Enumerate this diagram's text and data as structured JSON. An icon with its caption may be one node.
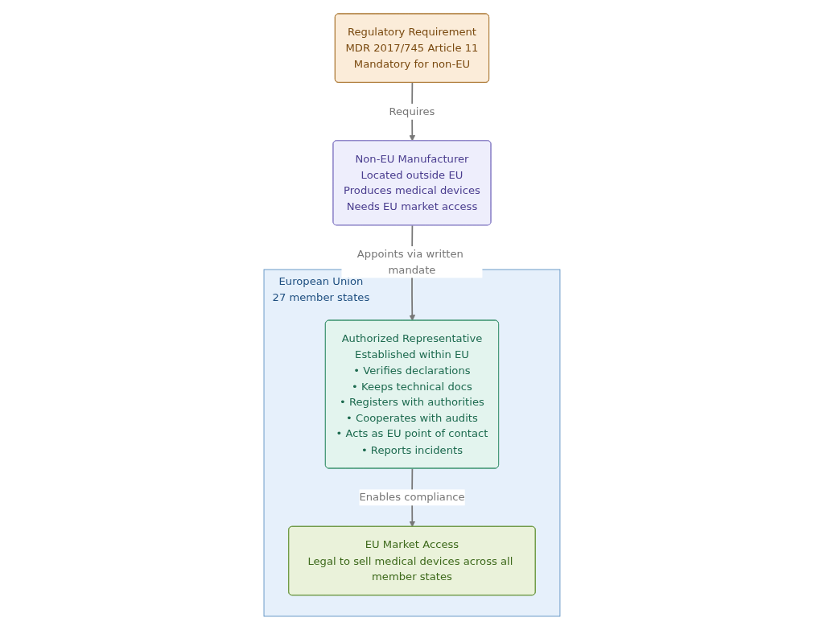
{
  "diagram": {
    "nodes": [
      {
        "text": [
          "European Union",
          "27 member states"
        ]
      },
      {
        "text": [
          "Non-EU Manufacturer",
          "Located outside EU",
          "Produces medical devices",
          "Needs EU market access"
        ]
      },
      {
        "text": [
          "Authorized Representative",
          "Established within EU",
          "• Verifies declarations",
          "• Keeps technical docs",
          "• Registers with authorities",
          "• Cooperates with audits",
          "• Acts as EU point of contact",
          "• Reports incidents"
        ],
        "in": 0
      },
      {
        "text": [
          "EU Market Access",
          "Legal to sell medical devices across all member states"
        ],
        "in": 0
      },
      {
        "text": [
          "Regulatory Requirement",
          "MDR 2017/745 Article 11",
          "Mandatory for non-EU"
        ]
      }
    ],
    "edges": [
      {
        "from": 1,
        "to": 2,
        "arrow": "to",
        "label": "Appoints via written mandate"
      },
      {
        "from": 2,
        "to": 3,
        "arrow": "to",
        "label": "Enables compliance"
      },
      {
        "from": 4,
        "to": 1,
        "arrow": "to",
        "label": "Requires"
      }
    ]
  }
}
